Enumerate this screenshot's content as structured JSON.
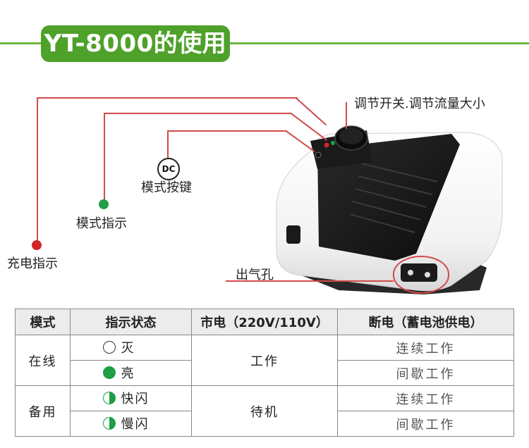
{
  "header": {
    "title": "YT-8000的使用"
  },
  "callouts": {
    "knob": "调节开关.调节流量大小",
    "dc_badge": "DC",
    "dc_button": "模式按键",
    "mode_indicator": "模式指示",
    "charge_indicator": "充电指示",
    "outlet": "出气孔"
  },
  "colors": {
    "accent": "#4ea129",
    "callout": "#d24a4a",
    "led_green": "#1e9e45",
    "led_red": "#d32525"
  },
  "table": {
    "headers": [
      "模式",
      "指示状态",
      "市电（220V/110V）",
      "断电（蓄电池供电）"
    ],
    "groups": [
      {
        "mode": "在线",
        "mains": "工作",
        "rows": [
          {
            "icon": "hollow-circle-icon",
            "state": "灭",
            "battery": "连续工作"
          },
          {
            "icon": "filled-circle-icon",
            "state": "亮",
            "battery": "间歇工作"
          }
        ]
      },
      {
        "mode": "备用",
        "mains": "待机",
        "rows": [
          {
            "icon": "half-circle-icon",
            "state": "快闪",
            "battery": "连续工作"
          },
          {
            "icon": "half-circle-icon",
            "state": "慢闪",
            "battery": "间歇工作"
          }
        ]
      }
    ]
  }
}
